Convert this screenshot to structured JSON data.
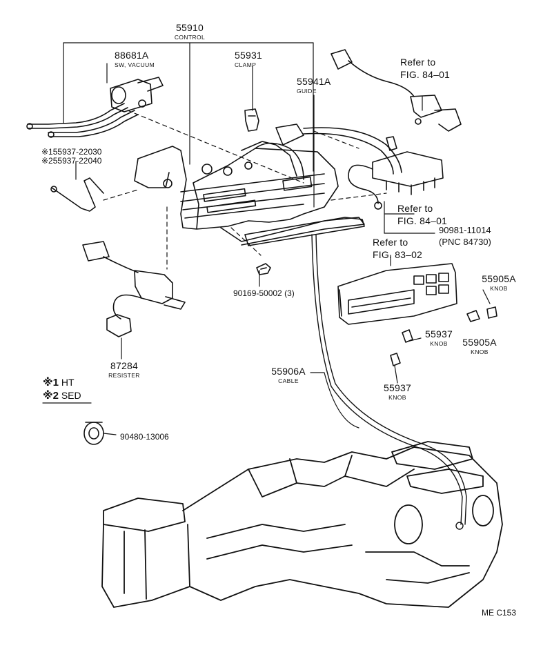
{
  "parts": {
    "control": {
      "num": "55910",
      "cap": "CONTROL"
    },
    "sw_vacuum": {
      "num": "88681A",
      "cap": "SW, VACUUM"
    },
    "clamp": {
      "num": "55931",
      "cap": "CLAMP"
    },
    "guide": {
      "num": "55941A",
      "cap": "GUIDE"
    },
    "alt1": "※155937-22030",
    "alt2": "※255937-22040",
    "screw": "90169-50002 (3)",
    "resister": {
      "num": "87284",
      "cap": "RESISTER"
    },
    "cable": {
      "num": "55906A",
      "cap": "CABLE"
    },
    "clip": "90480-13006",
    "knob_a1": {
      "num": "55905A",
      "cap": "KNOB"
    },
    "knob_a2": {
      "num": "55905A",
      "cap": "KNOB"
    },
    "knob_b1": {
      "num": "55937",
      "cap": "KNOB"
    },
    "knob_b2": {
      "num": "55937",
      "cap": "KNOB"
    },
    "wire": {
      "num": "90981-11014",
      "pnc": "(PNC 84730)"
    }
  },
  "refs": {
    "ref1": {
      "line1": "Refer to",
      "line2": "FIG. 84–01"
    },
    "ref2": {
      "line1": "Refer to",
      "line2": "FIG. 84–01"
    },
    "ref3": {
      "line1": "Refer to",
      "line2": "FIG. 83–02"
    }
  },
  "legend": {
    "l1_mark": "※1",
    "l1_text": "HT",
    "l2_mark": "※2",
    "l2_text": "SED"
  },
  "drawing_code": "ME C153"
}
